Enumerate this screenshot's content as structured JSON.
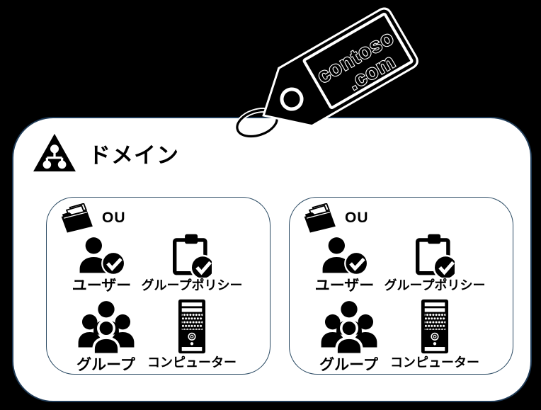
{
  "tag": {
    "line1": "contoso",
    "line2": ".com"
  },
  "domain": {
    "label": "ドメイン"
  },
  "ou": {
    "title": "OU",
    "items": [
      {
        "icon": "user-check-icon",
        "label": "ユーザー"
      },
      {
        "icon": "clipboard-check-icon",
        "label": "グループポリシー"
      },
      {
        "icon": "group-icon",
        "label": "グループ"
      },
      {
        "icon": "computer-icon",
        "label": "コンピューター"
      }
    ]
  },
  "colors": {
    "background": "#000000",
    "panel": "#ffffff",
    "border_dark_blue": "#1f3b57",
    "icon_black": "#000000",
    "icon_detail_white": "#ffffff"
  }
}
